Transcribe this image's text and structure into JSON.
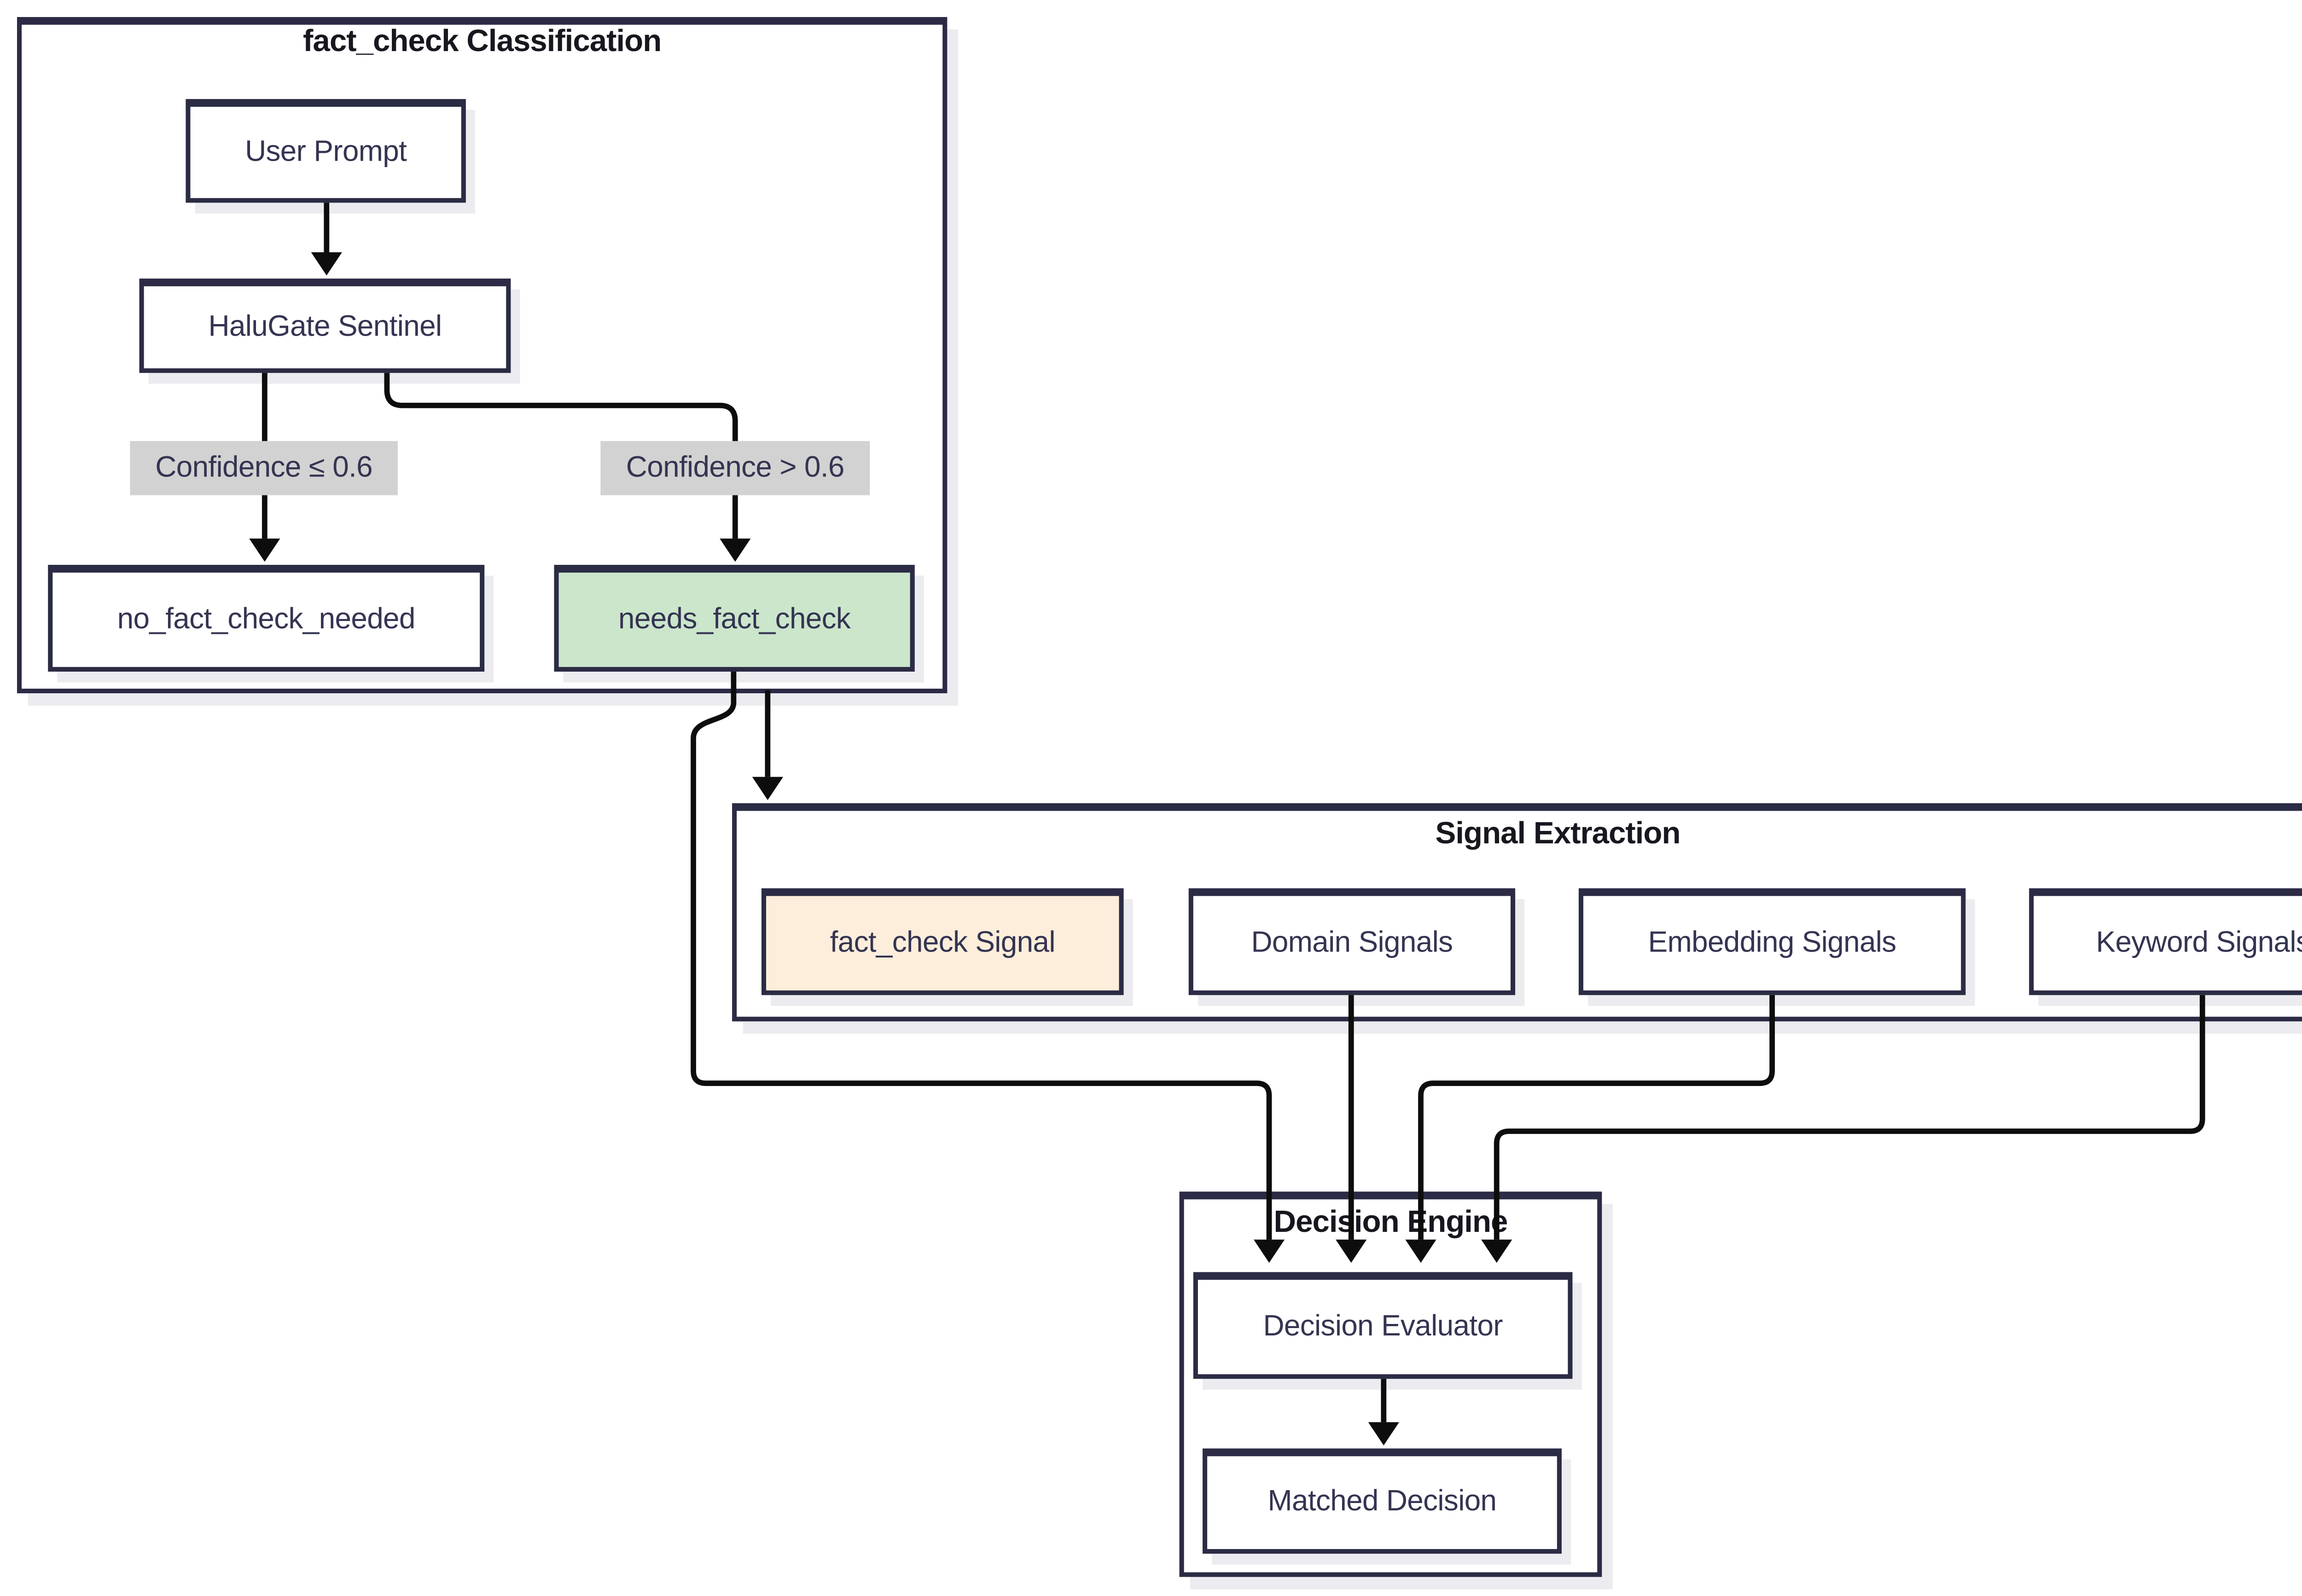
{
  "diagram_type": "flowchart",
  "clusters": {
    "classification": {
      "title": "fact_check Classification"
    },
    "signal_extraction": {
      "title": "Signal Extraction"
    },
    "decision_engine": {
      "title": "Decision Engine"
    }
  },
  "nodes": {
    "user_prompt": {
      "label": "User Prompt"
    },
    "halugate_sentinel": {
      "label": "HaluGate Sentinel"
    },
    "no_fact_check_needed": {
      "label": "no_fact_check_needed"
    },
    "needs_fact_check": {
      "label": "needs_fact_check",
      "fill": "green"
    },
    "fact_check_signal": {
      "label": "fact_check Signal",
      "fill": "peach"
    },
    "domain_signals": {
      "label": "Domain Signals"
    },
    "embedding_signals": {
      "label": "Embedding Signals"
    },
    "keyword_signals": {
      "label": "Keyword Signals"
    },
    "decision_evaluator": {
      "label": "Decision Evaluator"
    },
    "matched_decision": {
      "label": "Matched Decision"
    }
  },
  "edge_labels": {
    "low_confidence": {
      "text": "Confidence ≤ 0.6"
    },
    "high_confidence": {
      "text": "Confidence > 0.6"
    }
  },
  "edges": [
    "user_prompt -> halugate_sentinel",
    "halugate_sentinel -> no_fact_check_needed (Confidence ≤ 0.6)",
    "halugate_sentinel -> needs_fact_check (Confidence > 0.6)",
    "needs_fact_check -> signal_extraction",
    "needs_fact_check -> decision_evaluator",
    "domain_signals -> decision_evaluator",
    "embedding_signals -> decision_evaluator",
    "keyword_signals -> decision_evaluator",
    "decision_evaluator -> matched_decision"
  ],
  "colors": {
    "border": "#2b2b45",
    "edge": "#0d0d0d",
    "node_fill": "#ffffff",
    "green_fill": "#cbe6cb",
    "peach_fill": "#fdeedb",
    "edge_label_bg": "#d2d2d2",
    "shadow": "#ececf0",
    "text": "#343452",
    "title_text": "#17171f",
    "background": "#ffffff"
  }
}
